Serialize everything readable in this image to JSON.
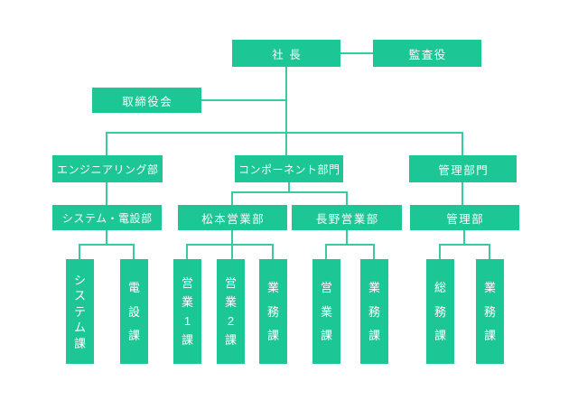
{
  "colors": {
    "node_fill": "#1cc695",
    "connector": "#38caa0",
    "node_text": "#ffffff",
    "background": "#ffffff"
  },
  "nodes": {
    "president": "社 長",
    "auditor": "監査役",
    "board_of_directors": "取締役会",
    "engineering_dept": "エンジニアリング部",
    "component_division": "コンポーネント部門",
    "management_division": "管理部門",
    "system_electrical_dept": "システム・電設部",
    "matsumoto_sales_dept": "松本営業部",
    "nagano_sales_dept": "長野営業部",
    "management_dept": "管理部",
    "system_section": "システム課",
    "electrical_section": "電設課",
    "sales_1_section": "営業1課",
    "sales_2_section": "営業2課",
    "operations_section_matsumoto": "業務課",
    "sales_section_nagano": "営業課",
    "operations_section_nagano": "業務課",
    "general_affairs_section": "総務課",
    "operations_section_management": "業務課"
  }
}
